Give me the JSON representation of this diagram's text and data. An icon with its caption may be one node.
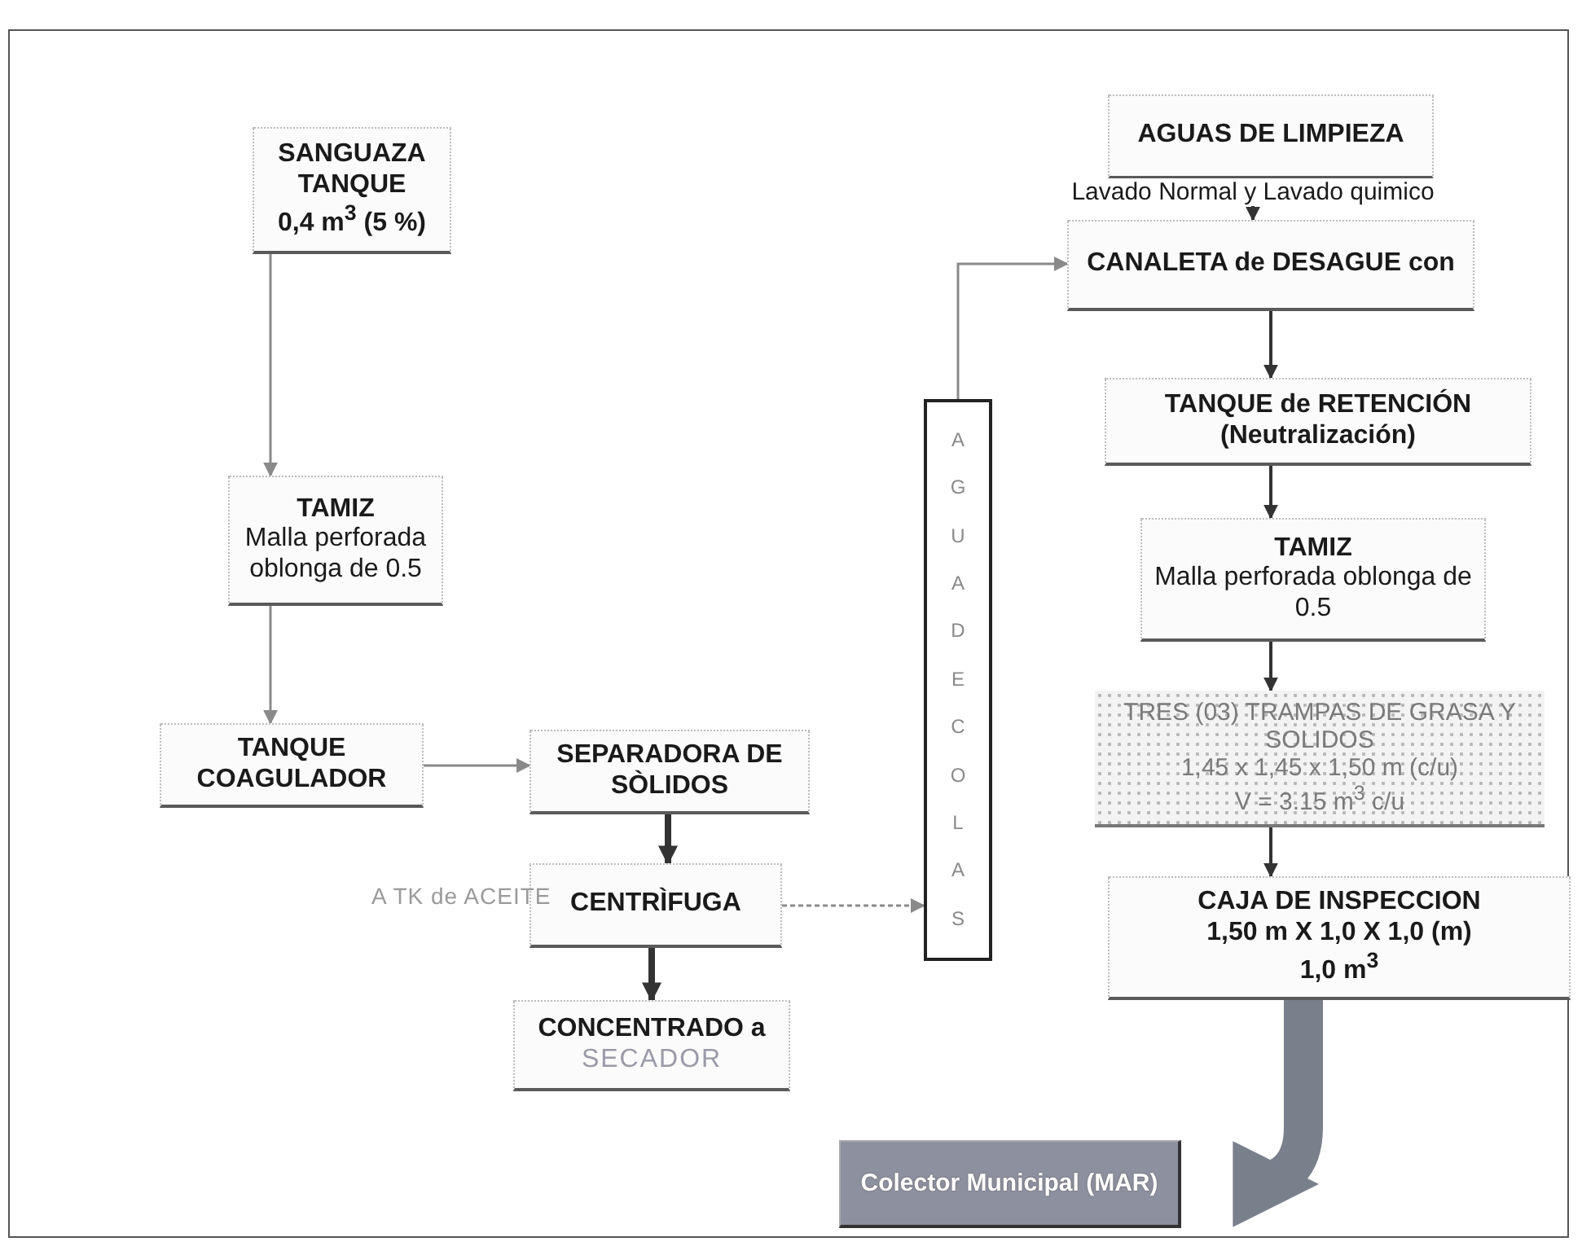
{
  "diagram": {
    "nodes": [
      {
        "text": [
          "SANGUAZA TANQUE",
          "0,4 m$^{3}$ (5 %)"
        ]
      },
      {
        "text": [
          "TAMIZ",
          "Malla perforada oblonga de 0.5"
        ]
      },
      {
        "text": [
          "TANQUE COAGULADOR"
        ]
      },
      {
        "text": [
          "SEPARADORA DE SÒLIDOS"
        ]
      },
      {
        "text": [
          "CENTRÌFUGA"
        ]
      },
      {
        "text": [
          "CONCENTRADO a",
          "SECADOR"
        ]
      },
      {
        "text": [
          "AGUA DE COLAS"
        ]
      },
      {
        "text": [
          "AGUAS DE LIMPIEZA"
        ]
      },
      {
        "text": [
          "CANALETA de DESAGUE con"
        ]
      },
      {
        "text": [
          "TANQUE de RETENCIÓN",
          "(Neutralización)"
        ]
      },
      {
        "text": [
          "TAMIZ",
          "Malla perforada oblonga de 0.5"
        ]
      },
      {
        "text": [
          "TRES (03) TRAMPAS DE GRASA Y SOLIDOS",
          "1,45 x 1,45 x 1,50 m (c/u)",
          "V = 3.15 m$^{3}$ c/u"
        ]
      },
      {
        "text": [
          "CAJA DE INSPECCION",
          "1,50 m X 1,0 X 1,0 (m)",
          "1,0 m$^{3}$"
        ]
      },
      {
        "text": [
          "Colector Municipal (MAR)"
        ]
      }
    ],
    "edges": [
      {
        "from": 0,
        "to": 1,
        "arrow": "to",
        "color": "#8a8a8a"
      },
      {
        "from": 1,
        "to": 2,
        "arrow": "to",
        "color": "#8a8a8a"
      },
      {
        "from": 2,
        "to": 3,
        "arrow": "to",
        "color": "#8a8a8a"
      },
      {
        "from": 3,
        "to": 4,
        "arrow": "to",
        "style": "thick"
      },
      {
        "from": 4,
        "to": 5,
        "arrow": "to",
        "style": "thick"
      },
      {
        "from": 4,
        "to": 6,
        "arrow": "to",
        "style": "dashed",
        "color": "#8a8a8a"
      },
      {
        "from": 6,
        "to": 8,
        "arrow": "to",
        "color": "#8a8a8a"
      },
      {
        "from": 7,
        "to": 8,
        "arrow": "to",
        "label": "Lavado Normal y Lavado quimico"
      },
      {
        "from": 8,
        "to": 9,
        "arrow": "to"
      },
      {
        "from": 9,
        "to": 10,
        "arrow": "to"
      },
      {
        "from": 10,
        "to": 11,
        "arrow": "to"
      },
      {
        "from": 11,
        "to": 12,
        "arrow": "to"
      },
      {
        "from": 12,
        "to": 13,
        "arrow": "to",
        "style": "thick",
        "color": "#7a7f8c"
      }
    ],
    "labels": [
      "A TK de ACEITE"
    ]
  }
}
